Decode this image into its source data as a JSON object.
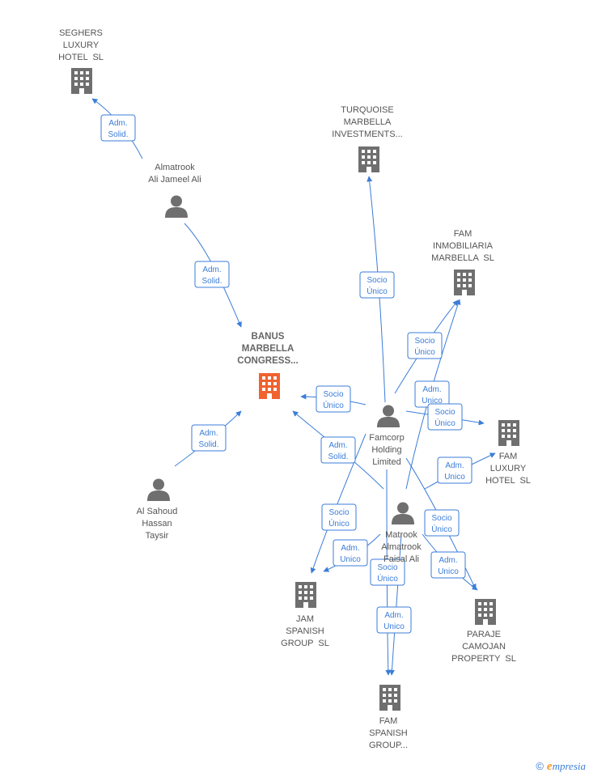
{
  "nodes": [
    {
      "id": "seghers",
      "type": "company",
      "lines": [
        "SEGHERS",
        "LUXURY",
        "HOTEL  SL"
      ],
      "focus": false
    },
    {
      "id": "turquoise",
      "type": "company",
      "lines": [
        "TURQUOISE",
        "MARBELLA",
        "INVESTMENTS..."
      ],
      "focus": false
    },
    {
      "id": "fam_inmob",
      "type": "company",
      "lines": [
        "FAM",
        "INMOBILIARIA",
        "MARBELLA  SL"
      ],
      "focus": false
    },
    {
      "id": "banus",
      "type": "company",
      "lines": [
        "BANUS",
        "MARBELLA",
        "CONGRESS..."
      ],
      "focus": true
    },
    {
      "id": "fam_luxury",
      "type": "company",
      "lines": [
        "FAM",
        "LUXURY",
        "HOTEL  SL"
      ],
      "focus": false
    },
    {
      "id": "jam",
      "type": "company",
      "lines": [
        "JAM",
        "SPANISH",
        "GROUP  SL"
      ],
      "focus": false
    },
    {
      "id": "paraje",
      "type": "company",
      "lines": [
        "PARAJE",
        "CAMOJAN",
        "PROPERTY  SL"
      ],
      "focus": false
    },
    {
      "id": "fam_spanish",
      "type": "company",
      "lines": [
        "FAM",
        "SPANISH",
        "GROUP..."
      ],
      "focus": false
    },
    {
      "id": "almatrook",
      "type": "person",
      "lines": [
        "Almatrook",
        "Ali Jameel Ali"
      ],
      "focus": false
    },
    {
      "id": "alsahoud",
      "type": "person",
      "lines": [
        "Al Sahoud",
        "Hassan",
        "Taysir"
      ],
      "focus": false
    },
    {
      "id": "famcorp",
      "type": "person",
      "lines": [
        "Famcorp",
        "Holding",
        "Limited"
      ],
      "focus": false
    },
    {
      "id": "matrook",
      "type": "person",
      "lines": [
        "Matrook",
        "Almatrook",
        "Faisal Ali"
      ],
      "focus": false
    }
  ],
  "edges": [
    {
      "id": "almatrook-seghers",
      "lines": [
        "Adm.",
        "Solid."
      ]
    },
    {
      "id": "almatrook-banus",
      "lines": [
        "Adm.",
        "Solid."
      ]
    },
    {
      "id": "alsahoud-banus",
      "lines": [
        "Adm.",
        "Solid."
      ]
    },
    {
      "id": "famcorp-banus",
      "lines": [
        "Socio",
        "Único"
      ]
    },
    {
      "id": "matrook-banus",
      "lines": [
        "Adm.",
        "Solid."
      ]
    },
    {
      "id": "famcorp-turquoise",
      "lines": [
        "Socio",
        "Único"
      ]
    },
    {
      "id": "famcorp-faminmob",
      "lines": [
        "Socio",
        "Único"
      ]
    },
    {
      "id": "matrook-faminmob",
      "lines": [
        "Adm.",
        "Unico"
      ]
    },
    {
      "id": "famcorp-famluxury",
      "lines": [
        "Socio",
        "Único"
      ]
    },
    {
      "id": "matrook-famluxury",
      "lines": [
        "Adm.",
        "Unico"
      ]
    },
    {
      "id": "famcorp-jam",
      "lines": [
        "Socio",
        "Único"
      ]
    },
    {
      "id": "matrook-jam",
      "lines": [
        "Adm.",
        "Unico"
      ]
    },
    {
      "id": "famcorp-paraje",
      "lines": [
        "Socio",
        "Único"
      ]
    },
    {
      "id": "matrook-paraje",
      "lines": [
        "Adm.",
        "Unico"
      ]
    },
    {
      "id": "famcorp-famspanish",
      "lines": [
        "Socio",
        "Único"
      ]
    },
    {
      "id": "matrook-famspanish",
      "lines": [
        "Adm.",
        "Unico"
      ]
    }
  ],
  "colors": {
    "edge": "#3b7dd8",
    "company_icon": "#6f6f6f",
    "focus_icon": "#f0622f",
    "person_icon": "#6f6f6f"
  },
  "brand": {
    "copyright": "©",
    "initial": "e",
    "name": "mpresia"
  }
}
